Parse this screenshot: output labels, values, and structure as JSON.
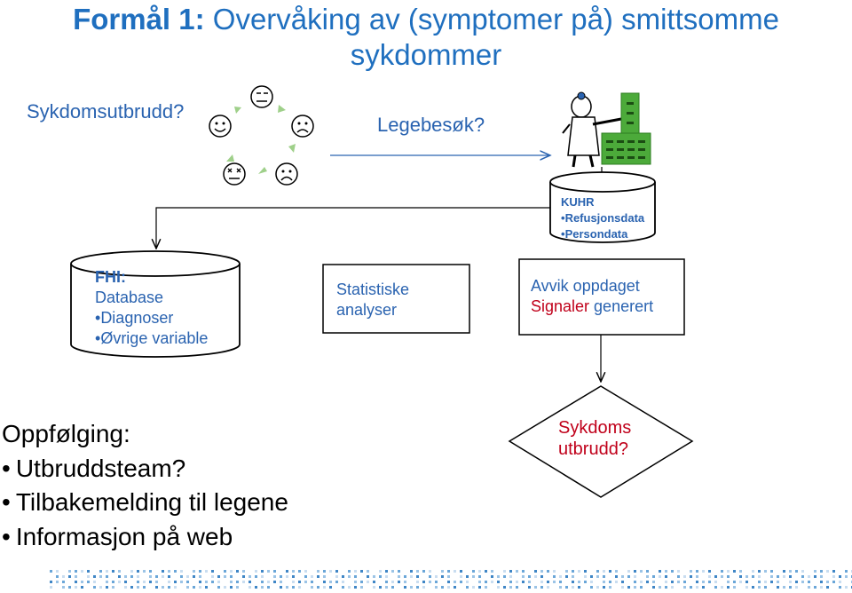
{
  "title": {
    "prefix": "Formål 1:",
    "rest": " Overvåking av (symptomer på) smittsomme sykdommer"
  },
  "outbreak_question": "Sykdomsutbrudd?",
  "visit_question": "Legebesøk?",
  "kuhr": {
    "title": "KUHR",
    "items": [
      "Refusjonsdata",
      "Persondata"
    ]
  },
  "fhi": {
    "title": "FHI:",
    "line1": "Database",
    "items": [
      "Diagnoser",
      "Øvrige variable"
    ]
  },
  "stats": {
    "line1": "Statistiske",
    "line2": "analyser"
  },
  "deviation": {
    "line1": "Avvik oppdaget",
    "signal_word": "Signaler",
    "signal_rest": " generert"
  },
  "diamond": {
    "line1": "Sykdoms",
    "line2": "utbrudd?"
  },
  "followup": {
    "heading": "Oppfølging:",
    "items": [
      "Utbruddsteam?",
      "Tilbakemelding til legene",
      "Informasjon på web"
    ]
  },
  "colors": {
    "title": "#1f6fbf",
    "text_blue": "#2a63b0",
    "signal_red": "#c0001a",
    "arrow": "#5a8fc8",
    "border": "#000000"
  }
}
